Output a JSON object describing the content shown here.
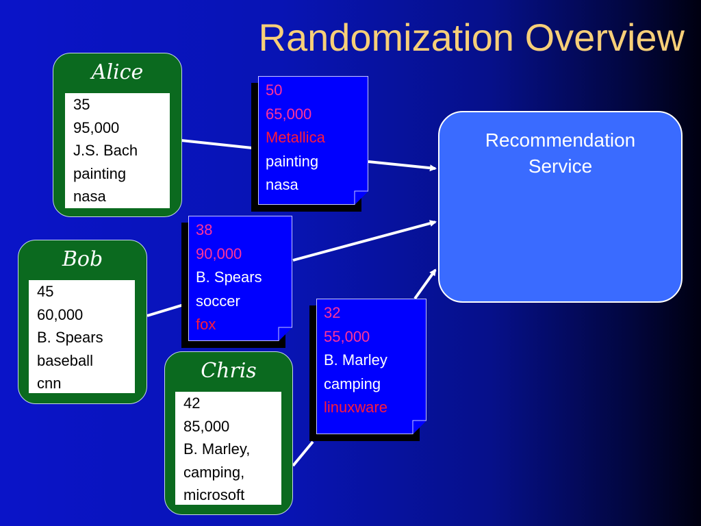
{
  "title": "Randomization Overview",
  "colors": {
    "user_box": "#0b6a1f",
    "note_fill": "#0000ff",
    "service_fill": "#3a6bff",
    "title": "#f7cf78",
    "highlight_pink": "#ff3399",
    "highlight_red": "#ff1a3a"
  },
  "users": {
    "alice": {
      "name": "Alice",
      "lines": [
        "35",
        "95,000",
        "J.S. Bach",
        "painting",
        "nasa"
      ]
    },
    "bob": {
      "name": "Bob",
      "lines": [
        "45",
        "60,000",
        "B. Spears",
        "baseball",
        "cnn"
      ]
    },
    "chris": {
      "name": "Chris",
      "lines": [
        "42",
        "85,000",
        "B. Marley,",
        "camping,",
        "microsoft"
      ]
    }
  },
  "notes": {
    "alice": {
      "lines": [
        "50",
        "65,000",
        "Metallica",
        "painting",
        "nasa"
      ],
      "colors": [
        "pink",
        "pink",
        "red",
        "white",
        "white"
      ]
    },
    "bob": {
      "lines": [
        "38",
        "90,000",
        "B. Spears",
        "soccer",
        "fox"
      ],
      "colors": [
        "pink",
        "pink",
        "white",
        "white",
        "red"
      ]
    },
    "chris": {
      "lines": [
        "32",
        "55,000",
        "B. Marley",
        "camping",
        "linuxware"
      ],
      "colors": [
        "pink",
        "pink",
        "white",
        "white",
        "red"
      ]
    }
  },
  "service": {
    "line1": "Recommendation",
    "line2": "Service"
  }
}
